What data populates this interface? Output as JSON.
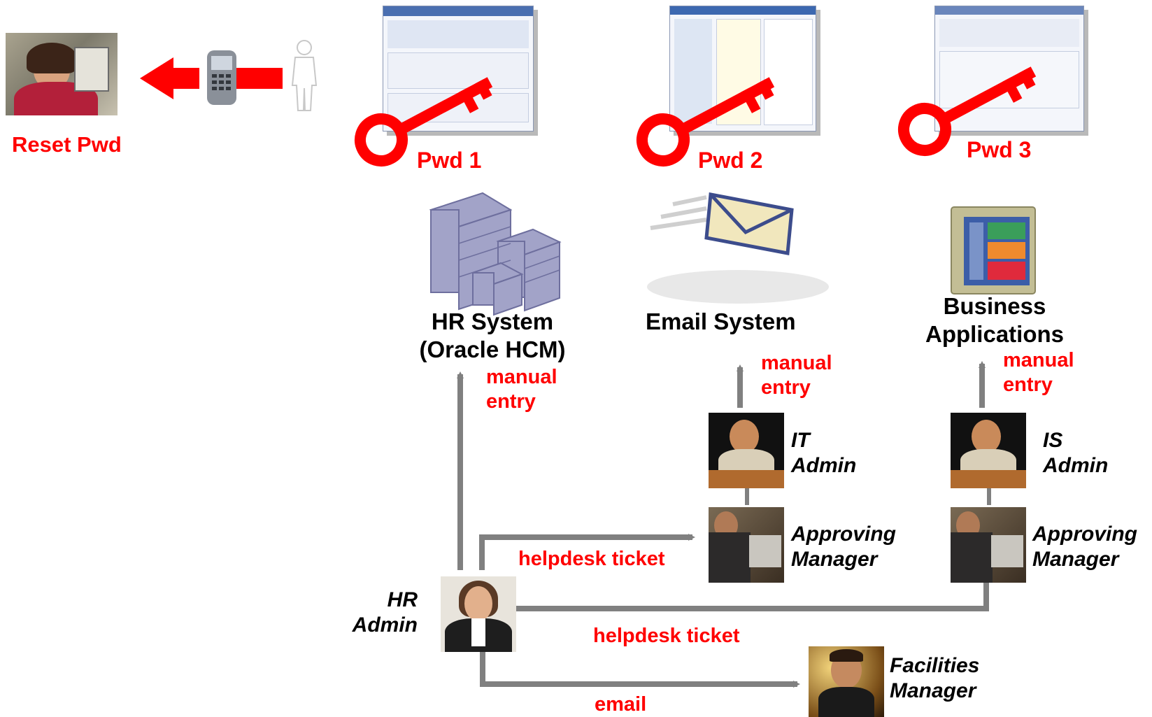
{
  "reset": {
    "label": "Reset Pwd"
  },
  "passwords": {
    "pwd1": "Pwd 1",
    "pwd2": "Pwd 2",
    "pwd3": "Pwd 3"
  },
  "systems": {
    "hr": {
      "line1": "HR System",
      "line2": "(Oracle HCM)"
    },
    "email": {
      "line1": "Email System"
    },
    "business": {
      "line1": "Business",
      "line2": "Applications"
    }
  },
  "flows": {
    "manual_entry_1": {
      "line1": "manual",
      "line2": "entry"
    },
    "manual_entry_2": {
      "line1": "manual",
      "line2": "entry"
    },
    "manual_entry_3": {
      "line1": "manual",
      "line2": "entry"
    },
    "helpdesk_ticket_1": "helpdesk ticket",
    "helpdesk_ticket_2": "helpdesk ticket",
    "email": "email"
  },
  "people": {
    "it_admin": {
      "line1": "IT",
      "line2": "Admin"
    },
    "is_admin": {
      "line1": "IS",
      "line2": "Admin"
    },
    "approving_manager_1": {
      "line1": "Approving",
      "line2": "Manager"
    },
    "approving_manager_2": {
      "line1": "Approving",
      "line2": "Manager"
    },
    "hr_admin": {
      "line1": "HR",
      "line2": "Admin"
    },
    "facilities_manager": {
      "line1": "Facilities",
      "line2": "Manager"
    }
  },
  "colors": {
    "accent": "#ff0000",
    "connector": "#808080",
    "text": "#000000"
  },
  "icons": [
    "key-icon",
    "server-icon",
    "envelope-icon",
    "app-window-icon",
    "phone-icon",
    "person-silhouette-icon"
  ]
}
